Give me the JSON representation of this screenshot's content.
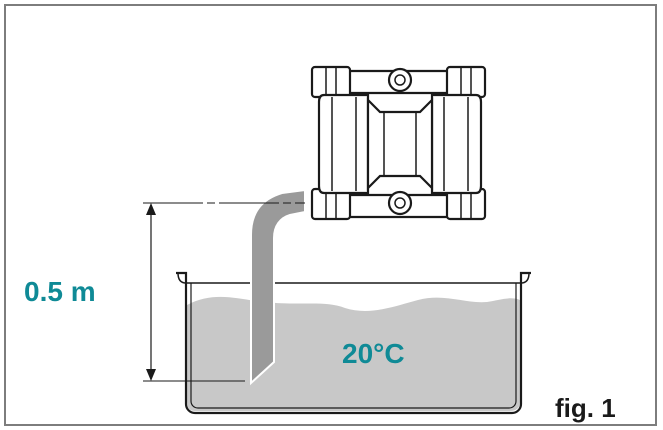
{
  "labels": {
    "height": "0.5 m",
    "temperature": "20°C",
    "figure": "fig. 1"
  },
  "colors": {
    "accent": "#0f8a96",
    "liquid": "#c8c8c8",
    "hose": "#9a9a9a",
    "ink": "#1a1a1a",
    "frame": "#7d7d7d"
  }
}
